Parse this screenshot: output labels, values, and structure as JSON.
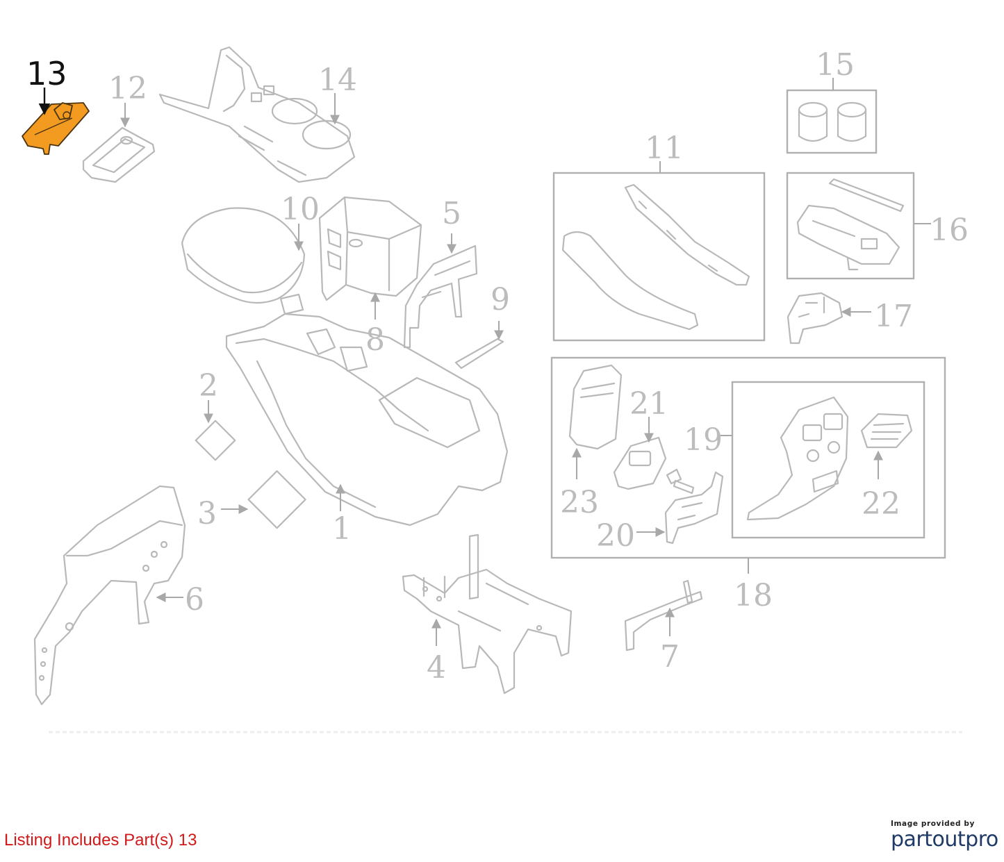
{
  "diagram": {
    "highlight_color": "#f39a21",
    "highlighted_part": "13",
    "callouts": [
      {
        "id": "c1",
        "label": "1"
      },
      {
        "id": "c2",
        "label": "2"
      },
      {
        "id": "c3",
        "label": "3"
      },
      {
        "id": "c4",
        "label": "4"
      },
      {
        "id": "c5",
        "label": "5"
      },
      {
        "id": "c6",
        "label": "6"
      },
      {
        "id": "c7",
        "label": "7"
      },
      {
        "id": "c8",
        "label": "8"
      },
      {
        "id": "c9",
        "label": "9"
      },
      {
        "id": "c10",
        "label": "10"
      },
      {
        "id": "c11",
        "label": "11"
      },
      {
        "id": "c12",
        "label": "12"
      },
      {
        "id": "c13",
        "label": "13"
      },
      {
        "id": "c14",
        "label": "14"
      },
      {
        "id": "c15",
        "label": "15"
      },
      {
        "id": "c16",
        "label": "16"
      },
      {
        "id": "c17",
        "label": "17"
      },
      {
        "id": "c18",
        "label": "18"
      },
      {
        "id": "c19",
        "label": "19"
      },
      {
        "id": "c20",
        "label": "20"
      },
      {
        "id": "c21",
        "label": "21"
      },
      {
        "id": "c22",
        "label": "22"
      },
      {
        "id": "c23",
        "label": "23"
      }
    ]
  },
  "footer": {
    "listing_note": "Listing Includes Part(s) 13",
    "listing_color": "#d01818",
    "provider_caption": "Image provided by",
    "provider_name": "partoutpro"
  }
}
